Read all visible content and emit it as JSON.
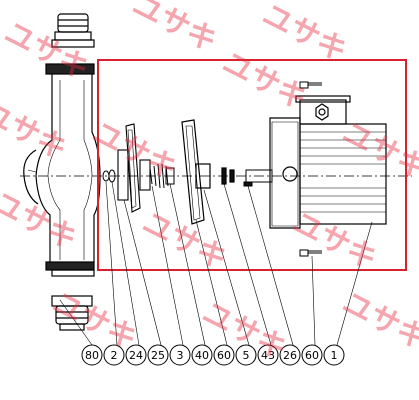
{
  "watermark_text": "ユサキ",
  "watermark_color": "#e8283c",
  "highlight_box_color": "#d8202e",
  "part_callouts": [
    "80",
    "2",
    "24",
    "25",
    "3",
    "40",
    "60",
    "5",
    "43",
    "26",
    "60",
    "1"
  ]
}
